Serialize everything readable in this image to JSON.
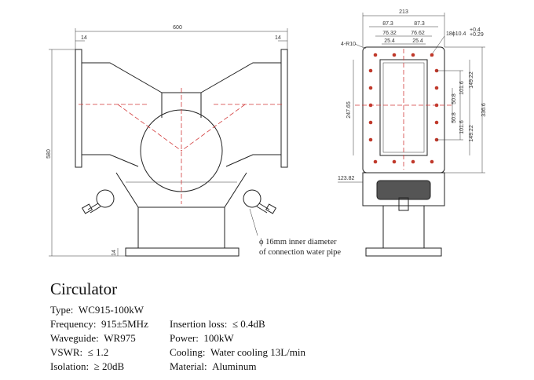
{
  "title": "Circulator",
  "specs_left": [
    {
      "label": "Type:",
      "value": "WC915-100kW"
    },
    {
      "label": "Frequency:",
      "value": "915±5MHz"
    },
    {
      "label": "Waveguide:",
      "value": "WR975"
    },
    {
      "label": "VSWR:",
      "value": "≤ 1.2"
    },
    {
      "label": "Isolation:",
      "value": "≥ 20dB"
    }
  ],
  "specs_right": [
    {
      "label": "Insertion loss:",
      "value": "≤ 0.4dB"
    },
    {
      "label": "Power:",
      "value": "100kW"
    },
    {
      "label": "Cooling:",
      "value": "Water cooling 13L/min"
    },
    {
      "label": "Material:",
      "value": "Aluminum"
    }
  ],
  "front_view": {
    "width_label": "600",
    "height_label": "580",
    "flange_left_label": "14",
    "flange_right_label": "14",
    "base_label": "14",
    "pipe_note_line1": "ϕ 16mm inner diameter",
    "pipe_note_line2": "of connection water pipe"
  },
  "side_view": {
    "overall_width": "213",
    "pitch_left": "87.3",
    "pitch_right": "87.3",
    "inner_left": "76.32",
    "inner_right": "76.62",
    "small_left": "25.4",
    "small_right": "25.4",
    "corner_radius": "4-R10",
    "hole_spec": "18ϕ10.4",
    "tol_upper": "+0.4",
    "tol_lower": "+0.29",
    "height_inner": "247.65",
    "height_overall": "336.6",
    "dim_149_top": "149.22",
    "dim_149_bottom": "149.22",
    "dim_101_top": "101.6",
    "dim_101_bottom": "101.6",
    "dim_50_top": "50.8",
    "dim_50_bottom": "50.8",
    "bottom_offset": "123.82"
  },
  "colors": {
    "centerline": "#d23a3a",
    "holes": "#c0392b",
    "lines": "#222222"
  }
}
